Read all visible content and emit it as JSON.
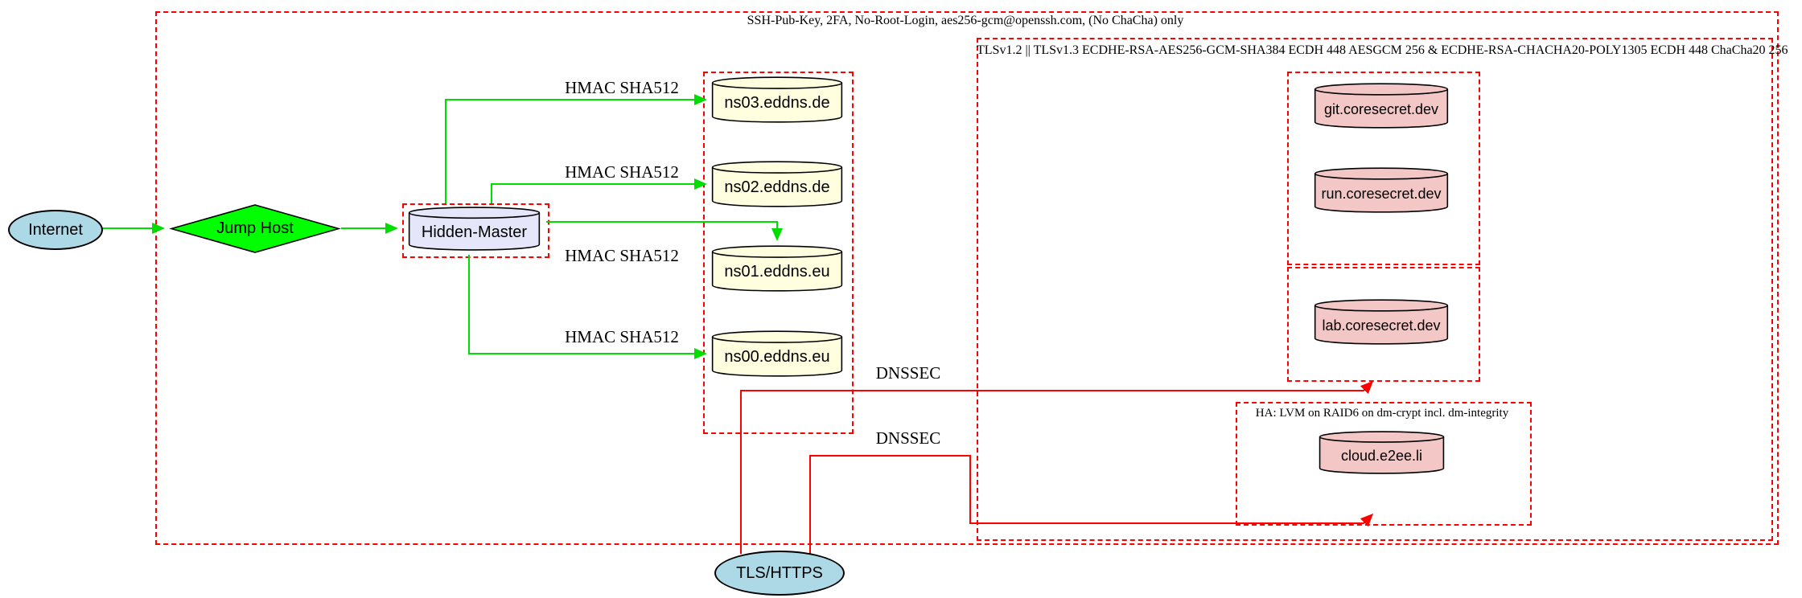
{
  "clusters": {
    "ssh": {
      "label": "SSH-Pub-Key, 2FA, No-Root-Login, aes256-gcm@openssh.com, (No ChaCha) only"
    },
    "tls": {
      "label": "TLSv1.2 || TLSv1.3 ECDHE-RSA-AES256-GCM-SHA384 ECDH 448 AESGCM 256 & ECDHE-RSA-CHACHA20-POLY1305 ECDH 448 ChaCha20 256"
    },
    "ha": {
      "label": "HA: LVM on RAID6 on dm-crypt incl. dm-integrity"
    }
  },
  "nodes": {
    "internet": {
      "label": "Internet",
      "shape": "ellipse",
      "fill": "#add8e6"
    },
    "jump_host": {
      "label": "Jump Host",
      "shape": "diamond",
      "fill": "#00ff00"
    },
    "hidden_master": {
      "label": "Hidden-Master",
      "shape": "cylinder",
      "fill": "#e6e6fa"
    },
    "ns03": {
      "label": "ns03.eddns.de",
      "shape": "cylinder",
      "fill": "#ffffe0"
    },
    "ns02": {
      "label": "ns02.eddns.de",
      "shape": "cylinder",
      "fill": "#ffffe0"
    },
    "ns01": {
      "label": "ns01.eddns.eu",
      "shape": "cylinder",
      "fill": "#ffffe0"
    },
    "ns00": {
      "label": "ns00.eddns.eu",
      "shape": "cylinder",
      "fill": "#ffffe0"
    },
    "git": {
      "label": "git.coresecret.dev",
      "shape": "cylinder",
      "fill": "#f4c7c7"
    },
    "run": {
      "label": "run.coresecret.dev",
      "shape": "cylinder",
      "fill": "#f4c7c7"
    },
    "lab": {
      "label": "lab.coresecret.dev",
      "shape": "cylinder",
      "fill": "#f4c7c7"
    },
    "cloud": {
      "label": "cloud.e2ee.li",
      "shape": "cylinder",
      "fill": "#f4c7c7"
    },
    "tls_https": {
      "label": "TLS/HTTPS",
      "shape": "ellipse",
      "fill": "#add8e6"
    }
  },
  "edge_labels": {
    "hmac_ns03": "HMAC SHA512",
    "hmac_ns02": "HMAC SHA512",
    "hmac_ns01": "HMAC SHA512",
    "hmac_ns00": "HMAC SHA512",
    "dnssec_1": "DNSSEC",
    "dnssec_2": "DNSSEC"
  },
  "colors": {
    "edge_green": "#00dd00",
    "edge_red": "#ff0000",
    "cluster_border_red": "#ff0000",
    "node_border": "#000000",
    "fill_lightblue": "#add8e6",
    "fill_green": "#00ff00",
    "fill_lavender": "#e6e6fa",
    "fill_lightyellow": "#ffffe0",
    "fill_pink": "#f4c7c7",
    "background": "#ffffff"
  }
}
